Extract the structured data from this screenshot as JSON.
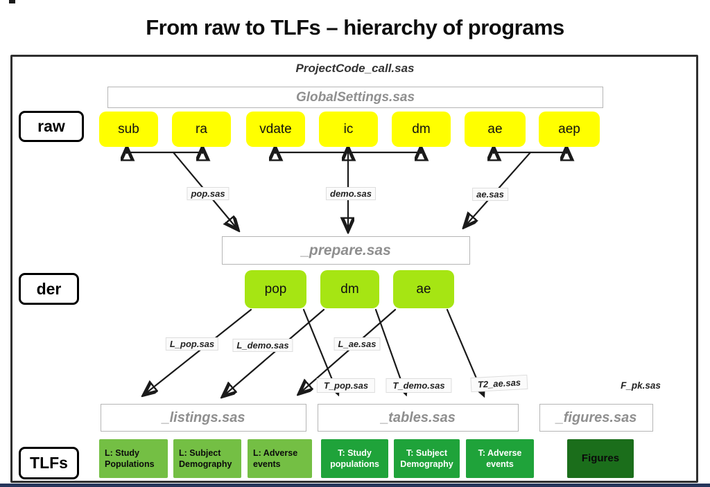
{
  "title": "From raw to TLFs – hierarchy of programs",
  "top": {
    "project_call": "ProjectCode_call.sas",
    "global_settings": "GlobalSettings.sas"
  },
  "stages": {
    "raw": {
      "label": "raw",
      "items": [
        "sub",
        "ra",
        "vdate",
        "ic",
        "dm",
        "ae",
        "aep"
      ]
    },
    "der": {
      "label": "der",
      "items": [
        "pop",
        "dm",
        "ae"
      ]
    },
    "tlfs": {
      "label": "TLFs"
    }
  },
  "programs": {
    "prepare": "_prepare.sas",
    "raw_to_der": {
      "pop": "pop.sas",
      "demo": "demo.sas",
      "ae": "ae.sas"
    },
    "der_to_tlf": {
      "l_pop": "L_pop.sas",
      "l_demo": "L_demo.sas",
      "l_ae": "L_ae.sas",
      "t_pop": "T_pop.sas",
      "t_demo": "T_demo.sas",
      "t2_ae": "T2_ae.sas",
      "f_pk": "F_pk.sas"
    },
    "drivers": {
      "listings": "_listings.sas",
      "tables": "_tables.sas",
      "figures": "_figures.sas"
    }
  },
  "outputs": [
    {
      "line1": "L: Study",
      "line2": "Populations"
    },
    {
      "line1": "L: Subject",
      "line2": "Demography"
    },
    {
      "line1": "L: Adverse",
      "line2": "events"
    },
    {
      "line1": "T: Study",
      "line2": "populations"
    },
    {
      "line1": "T: Subject",
      "line2": "Demography"
    },
    {
      "line1": "T: Adverse",
      "line2": "events"
    },
    {
      "line1": "Figures"
    }
  ],
  "colors": {
    "raw_box": "#ffff00",
    "der_box": "#a6e513",
    "listing_box": "#74bf44",
    "table_box": "#1fa33a",
    "figure_box": "#1b6e1b",
    "footer_bar": "#26365b"
  }
}
